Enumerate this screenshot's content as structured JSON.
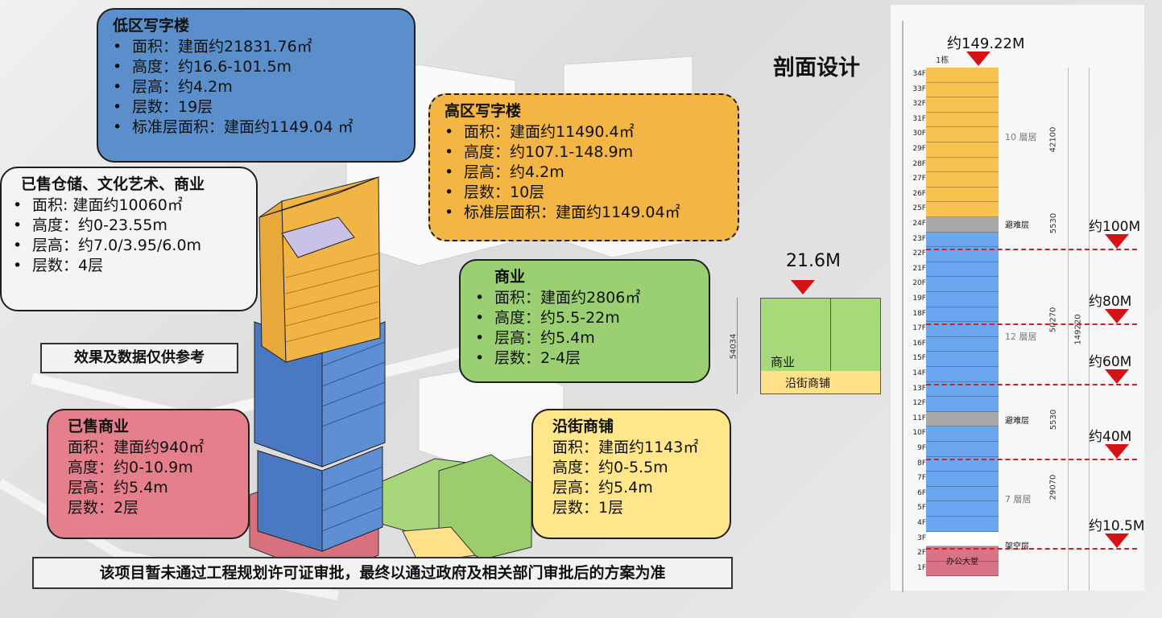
{
  "cards": {
    "low_office": {
      "title": "低区写字楼",
      "items": [
        "面积：建面约21831.76㎡",
        "高度：约16.6-101.5m",
        "层高：约4.2m",
        "层数：19层",
        "标准层面积：建面约1149.04 ㎡"
      ]
    },
    "high_office": {
      "title": "高区写字楼",
      "items": [
        "面积：建面约11490.4㎡",
        "高度：约107.1-148.9m",
        "层高：约4.2m",
        "层数：10层",
        "标准层面积：建面约1149.04㎡"
      ]
    },
    "sold_storage": {
      "title": "已售仓储、文化艺术、商业",
      "items": [
        "面积: 建面约10060㎡",
        "高度：约0-23.55m",
        "层高：约7.0/3.95/6.0m",
        "层数：4层"
      ]
    },
    "commercial": {
      "title": "商业",
      "items": [
        "面积：建面约2806㎡",
        "高度：约5.5-22m",
        "层高：约5.4m",
        "层数：2-4层"
      ]
    },
    "sold_commercial": {
      "title": "已售商业",
      "items": [
        "面积：建面约940㎡",
        "高度：约0-10.9m",
        "层高：约5.4m",
        "层数：2层"
      ]
    },
    "street_shops": {
      "title": "沿街商铺",
      "items": [
        "面积：建面约1143㎡",
        "高度：约0-5.5m",
        "层高：约5.4m",
        "层数：1层"
      ]
    }
  },
  "notes": {
    "reference_only": "效果及数据仅供参考",
    "disclaimer": "该项目暂未通过工程规划许可证审批，最终以通过政府及相关部门审批后的方案为准"
  },
  "section": {
    "title": "剖面设计",
    "top_height": "约149.22M",
    "roof_tag": "1栋",
    "floors": [
      "34F",
      "33F",
      "32F",
      "31F",
      "30F",
      "29F",
      "28F",
      "27F",
      "26F",
      "25F",
      "24F",
      "23F",
      "22F",
      "21F",
      "20F",
      "19F",
      "18F",
      "17F",
      "16F",
      "15F",
      "14F",
      "13F",
      "12F",
      "11F",
      "10F",
      "9F",
      "8F",
      "7F",
      "6F",
      "5F",
      "4F",
      "3F",
      "2F",
      "1F"
    ],
    "refuge_label_upper": "避难层",
    "refuge_label_lower": "避难层",
    "overhead_label": "架空层",
    "lobby_label": "办公大堂",
    "zone_high": "10 層居",
    "zone_mid": "12 層居",
    "zone_low": "7 層居",
    "dims": {
      "d1": "42100",
      "d2": "5530",
      "d3": "50270",
      "d4": "5530",
      "d5": "29070",
      "d6": "149220"
    },
    "levels": [
      {
        "label": "约100M",
        "floor_index": 11
      },
      {
        "label": "约80M",
        "floor_index": 16
      },
      {
        "label": "约60M",
        "floor_index": 20
      },
      {
        "label": "约40M",
        "floor_index": 25
      },
      {
        "label": "约10.5M",
        "floor_index": 31
      }
    ]
  },
  "podium": {
    "height": "21.6M",
    "dim": "54034",
    "commercial_label": "商业",
    "street_label": "沿街商铺"
  },
  "colors": {
    "orange": "#f3b544",
    "blue": "#5b8fcb",
    "green": "#9bd072",
    "pink": "#e57f8c",
    "yellow": "#ffe68a",
    "red": "#d41316",
    "section_orange": "#f7c24f",
    "section_blue": "#6aa7f0"
  }
}
